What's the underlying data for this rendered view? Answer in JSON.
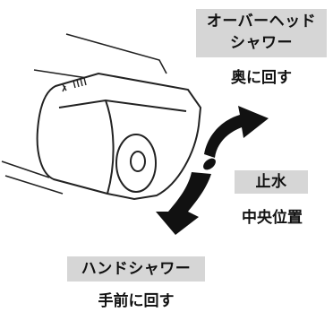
{
  "labels": {
    "overhead": {
      "line1": "オーバーヘッド",
      "line2": "シャワー",
      "action": "奥に回す"
    },
    "stop": {
      "title": "止水",
      "action": "中央位置"
    },
    "hand": {
      "title": "ハンドシャワー",
      "action": "手前に回す"
    }
  },
  "colors": {
    "label_bg": "#d6d6d6",
    "arrow": "#111111",
    "line": "#222222"
  }
}
